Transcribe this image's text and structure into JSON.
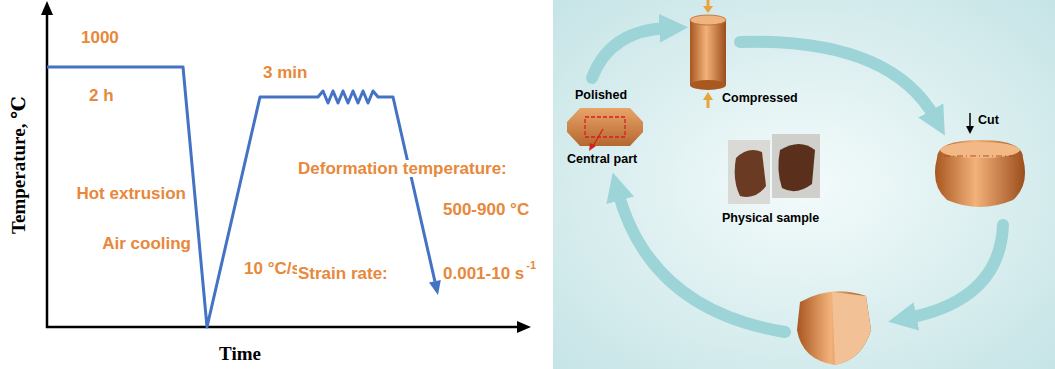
{
  "diagram": {
    "labels": [
      "1000",
      "2 h",
      "Hot extrusion",
      "Air cooling",
      "10 °C/s",
      "3 min",
      "Deformation temperature:",
      "500-900 °C",
      "Strain rate:",
      "0.001-10 s",
      "-1",
      "Temperature, ℃",
      "Time",
      "Compressed",
      "Cut",
      "Physical sample",
      "Polished",
      "Central part"
    ]
  }
}
